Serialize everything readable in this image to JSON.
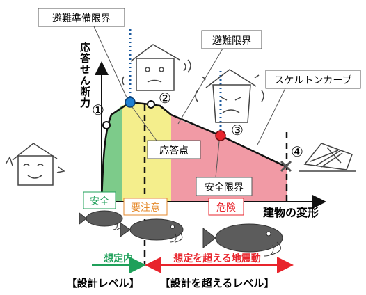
{
  "axes": {
    "y_label": "応答せん断力",
    "x_label": "建物の変形"
  },
  "callouts": {
    "evacuation_prep_limit": "避難準備限界",
    "evacuation_limit": "避難限界",
    "skeleton_curve": "スケルトンカーブ",
    "response_point": "応答点",
    "safety_limit": "安全限界"
  },
  "points": {
    "p1": "①",
    "p2": "②",
    "p3": "③",
    "p4": "④"
  },
  "zones": {
    "safe": "安全",
    "caution": "要注意",
    "danger": "危険"
  },
  "scope": {
    "assumed": "想定内",
    "beyond": "想定を超える地震動"
  },
  "levels": {
    "design": "【設計レベル】",
    "beyond_design": "【設計を超えるレベル】"
  },
  "colors": {
    "safe_zone": "#7dcb8a",
    "caution_zone": "#f4ee8c",
    "danger_zone": "#f19aa5",
    "assumed_arrow": "#1fa05a",
    "beyond_arrow": "#e8242c",
    "response_point": "#1f7fd1",
    "safety_point": "#e8242c",
    "dotted_line": "#1c5a9e",
    "dashed_line": "#111111"
  },
  "icons": [
    "smiling-house-icon",
    "worried-house-icon",
    "crying-house-icon",
    "collapsed-house-icon",
    "catfish-icon"
  ]
}
